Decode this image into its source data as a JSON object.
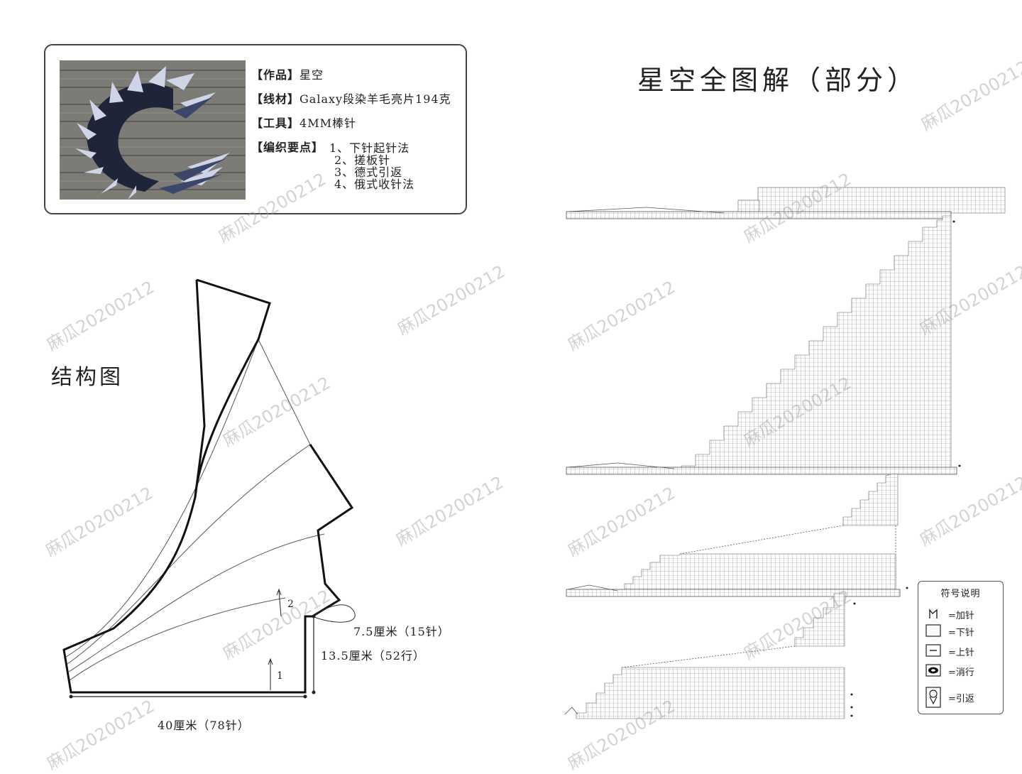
{
  "info": {
    "work_label": "【作品】",
    "work_value": "星空",
    "yarn_label": "【线材】",
    "yarn_value": "Galaxy段染羊毛亮片194克",
    "tool_label": "【工具】",
    "tool_value": "4MM棒针",
    "key_label": "【编织要点】",
    "steps": [
      "1、下针起针法",
      "2、搓板针",
      "3、德式引返",
      "4、俄式收针法"
    ]
  },
  "left": {
    "title": "结构图",
    "dim_bottom": "40厘米（78针）",
    "dim_side": "13.5厘米（52行）",
    "dim_tab": "7.5厘米（15针）",
    "marker_1": "1",
    "marker_2": "2"
  },
  "right": {
    "title": "星空全图解（部分）"
  },
  "legend": {
    "title": "符号说明",
    "items": [
      {
        "icon": "increase-icon",
        "label": "=加针"
      },
      {
        "icon": "knit-icon",
        "label": "=下针"
      },
      {
        "icon": "purl-icon",
        "label": "=上针"
      },
      {
        "icon": "eliminate-row-icon",
        "label": "=消行"
      },
      {
        "icon": "short-row-icon",
        "label": "=引返"
      }
    ]
  },
  "watermark": "麻瓜20200212"
}
